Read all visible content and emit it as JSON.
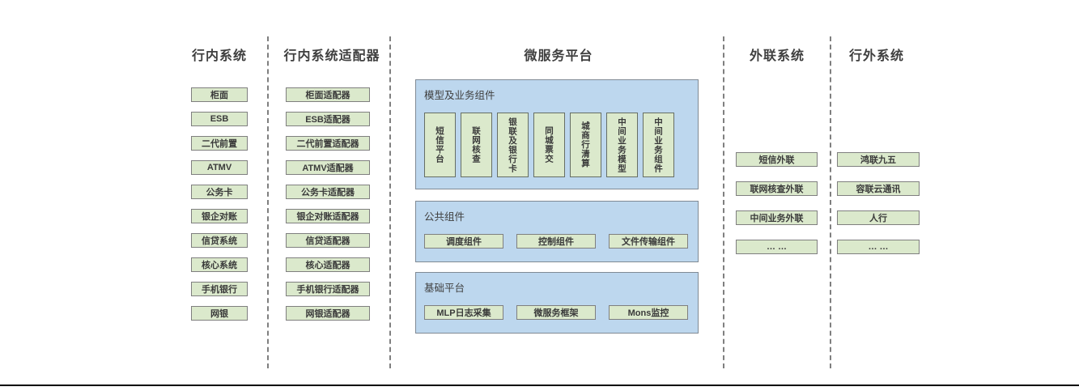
{
  "colors": {
    "panel_blue": "#bdd7ee",
    "box_green": "#dbe9cc",
    "box_border": "#7f7f7f",
    "divider_gray": "#7f7f7f",
    "text_dark": "#3f3f3f",
    "bottom_rule": "#000000"
  },
  "columns": {
    "internal": {
      "title": "行内系统",
      "items": [
        "柜面",
        "ESB",
        "二代前置",
        "ATMV",
        "公务卡",
        "银企对账",
        "信贷系统",
        "核心系统",
        "手机银行",
        "网银"
      ]
    },
    "adapters": {
      "title": "行内系统适配器",
      "items": [
        "柜面适配器",
        "ESB适配器",
        "二代前置适配器",
        "ATMV适配器",
        "公务卡适配器",
        "银企对账适配器",
        "信贷适配器",
        "核心适配器",
        "手机银行适配器",
        "网银适配器"
      ]
    },
    "platform": {
      "title": "微服务平台",
      "panels": [
        {
          "title": "模型及业务组件",
          "items": [
            "短信平台",
            "联网核查",
            "银联及银行卡",
            "同城票交",
            "城商行清算",
            "中间业务模型",
            "中间业务组件"
          ]
        },
        {
          "title": "公共组件",
          "items": [
            "调度组件",
            "控制组件",
            "文件传输组件"
          ]
        },
        {
          "title": "基础平台",
          "items": [
            "MLP日志采集",
            "微服务框架",
            "Mons监控"
          ]
        }
      ]
    },
    "outreach": {
      "title": "外联系统",
      "items": [
        "短信外联",
        "联网核查外联",
        "中间业务外联",
        "… …"
      ]
    },
    "external": {
      "title": "行外系统",
      "items": [
        "鸿联九五",
        "容联云通讯",
        "人行",
        "… …"
      ]
    }
  }
}
